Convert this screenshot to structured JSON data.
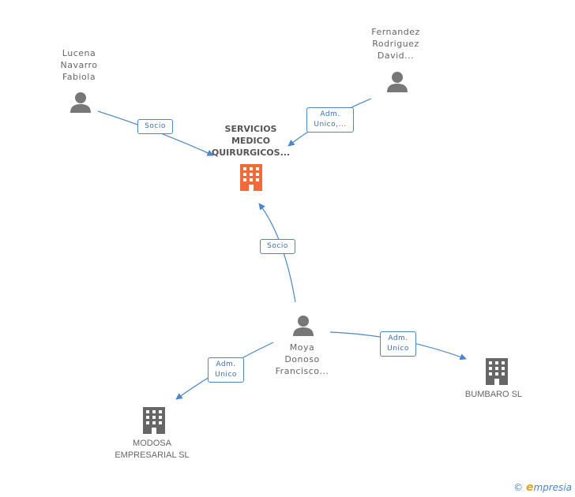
{
  "nodes": {
    "lucena": {
      "lines": [
        "Lucena",
        "Navarro",
        "Fabiola"
      ],
      "icon": "person-icon"
    },
    "fernandez": {
      "lines": [
        "Fernandez",
        "Rodriguez",
        "David..."
      ],
      "icon": "person-icon"
    },
    "servicios": {
      "lines": [
        "SERVICIOS",
        "MEDICO",
        "QUIRURGICOS..."
      ],
      "icon": "building-icon",
      "color": "#f26a3a"
    },
    "moya": {
      "lines": [
        "Moya",
        "Donoso",
        "Francisco..."
      ],
      "icon": "person-icon"
    },
    "modosa": {
      "lines": [
        "MODOSA",
        "EMPRESARIAL SL"
      ],
      "icon": "building-icon",
      "color": "#666666"
    },
    "bumbaro": {
      "lines": [
        "BUMBARO SL"
      ],
      "icon": "building-icon",
      "color": "#666666"
    }
  },
  "edges": {
    "lucena_servicios": {
      "label": [
        "Socio"
      ]
    },
    "fernandez_servicios": {
      "label": [
        "Adm.",
        "Unico,..."
      ]
    },
    "moya_servicios": {
      "label": [
        "Socio"
      ]
    },
    "moya_modosa": {
      "label": [
        "Adm.",
        "Unico"
      ]
    },
    "moya_bumbaro": {
      "label": [
        "Adm.",
        "Unico"
      ]
    }
  },
  "colors": {
    "edge": "#4a86c8",
    "person": "#777777",
    "focus": "#f26a3a"
  },
  "footer": {
    "copyright": "©",
    "brand_e": "e",
    "brand_rest": "mpresia"
  }
}
